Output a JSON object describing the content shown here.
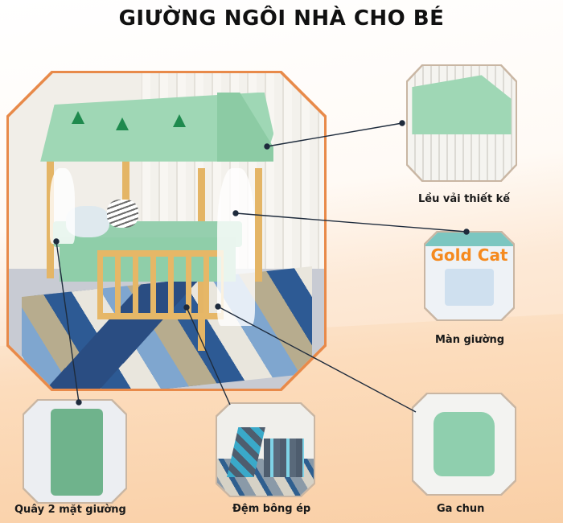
{
  "title": "GIƯỜNG NGÔI NHÀ CHO BÉ",
  "colors": {
    "frame_border": "#e88a4a",
    "thumb_border": "#c9b6a3",
    "connector_line": "#1e2b3c",
    "background_top": "#ffffff",
    "background_bottom": "#fcd9b8",
    "canopy_green": "#9fd7b5",
    "tree_green": "#1f8a4e",
    "wood": "#e4b566"
  },
  "main_image": {
    "subject": "house-shaped wooden toddler bed with green canopy, white mosquito net, green bumpers and mattress on blue geometric rug"
  },
  "components": [
    {
      "id": "lieu",
      "label": "Lều vải thiết kế",
      "image": "green fabric tent canopy with deer and tree print"
    },
    {
      "id": "man",
      "label": "Màn giường",
      "image": "folded white mosquito net in Gold Cat packaging"
    },
    {
      "id": "quay",
      "label": "Quây 2 mặt giường",
      "image": "folded green bed bumper with white deer print"
    },
    {
      "id": "dem",
      "label": "Đệm bông ép",
      "image": "folding plaid teal-grey compressed cotton mattress"
    },
    {
      "id": "ga",
      "label": "Ga chun",
      "image": "folded mint green fitted sheet"
    }
  ],
  "brand_text": "Gold Cat"
}
